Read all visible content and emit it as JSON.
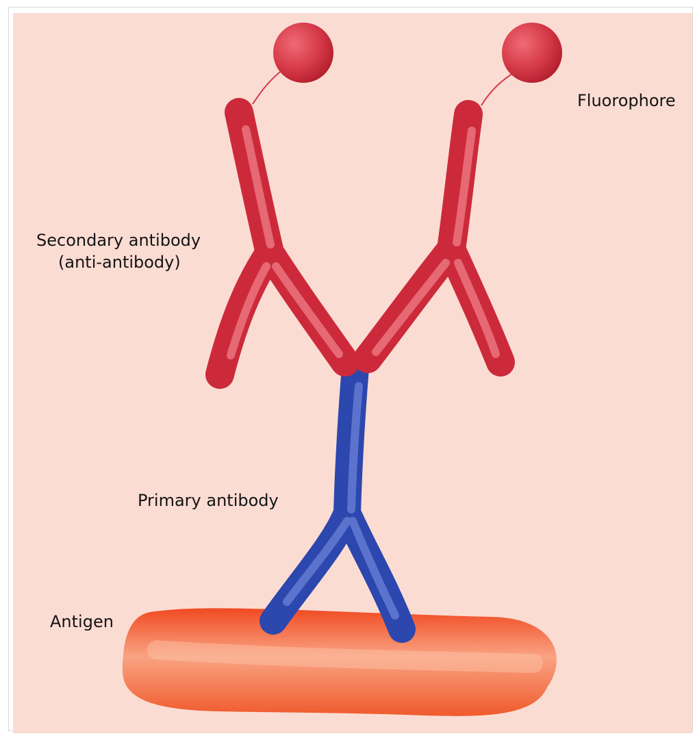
{
  "colors": {
    "background": "#fbdcd3",
    "secondary_antibody": "#cc2a3a",
    "fluorophore": "#d63a48",
    "primary_antibody": "#2c47ad",
    "antigen": "#f05a2e"
  },
  "labels": {
    "fluorophore": "Fluorophore",
    "secondary_line1": "Secondary antibody",
    "secondary_line2": "(anti-antibody)",
    "primary": "Primary antibody",
    "antigen": "Antigen"
  }
}
